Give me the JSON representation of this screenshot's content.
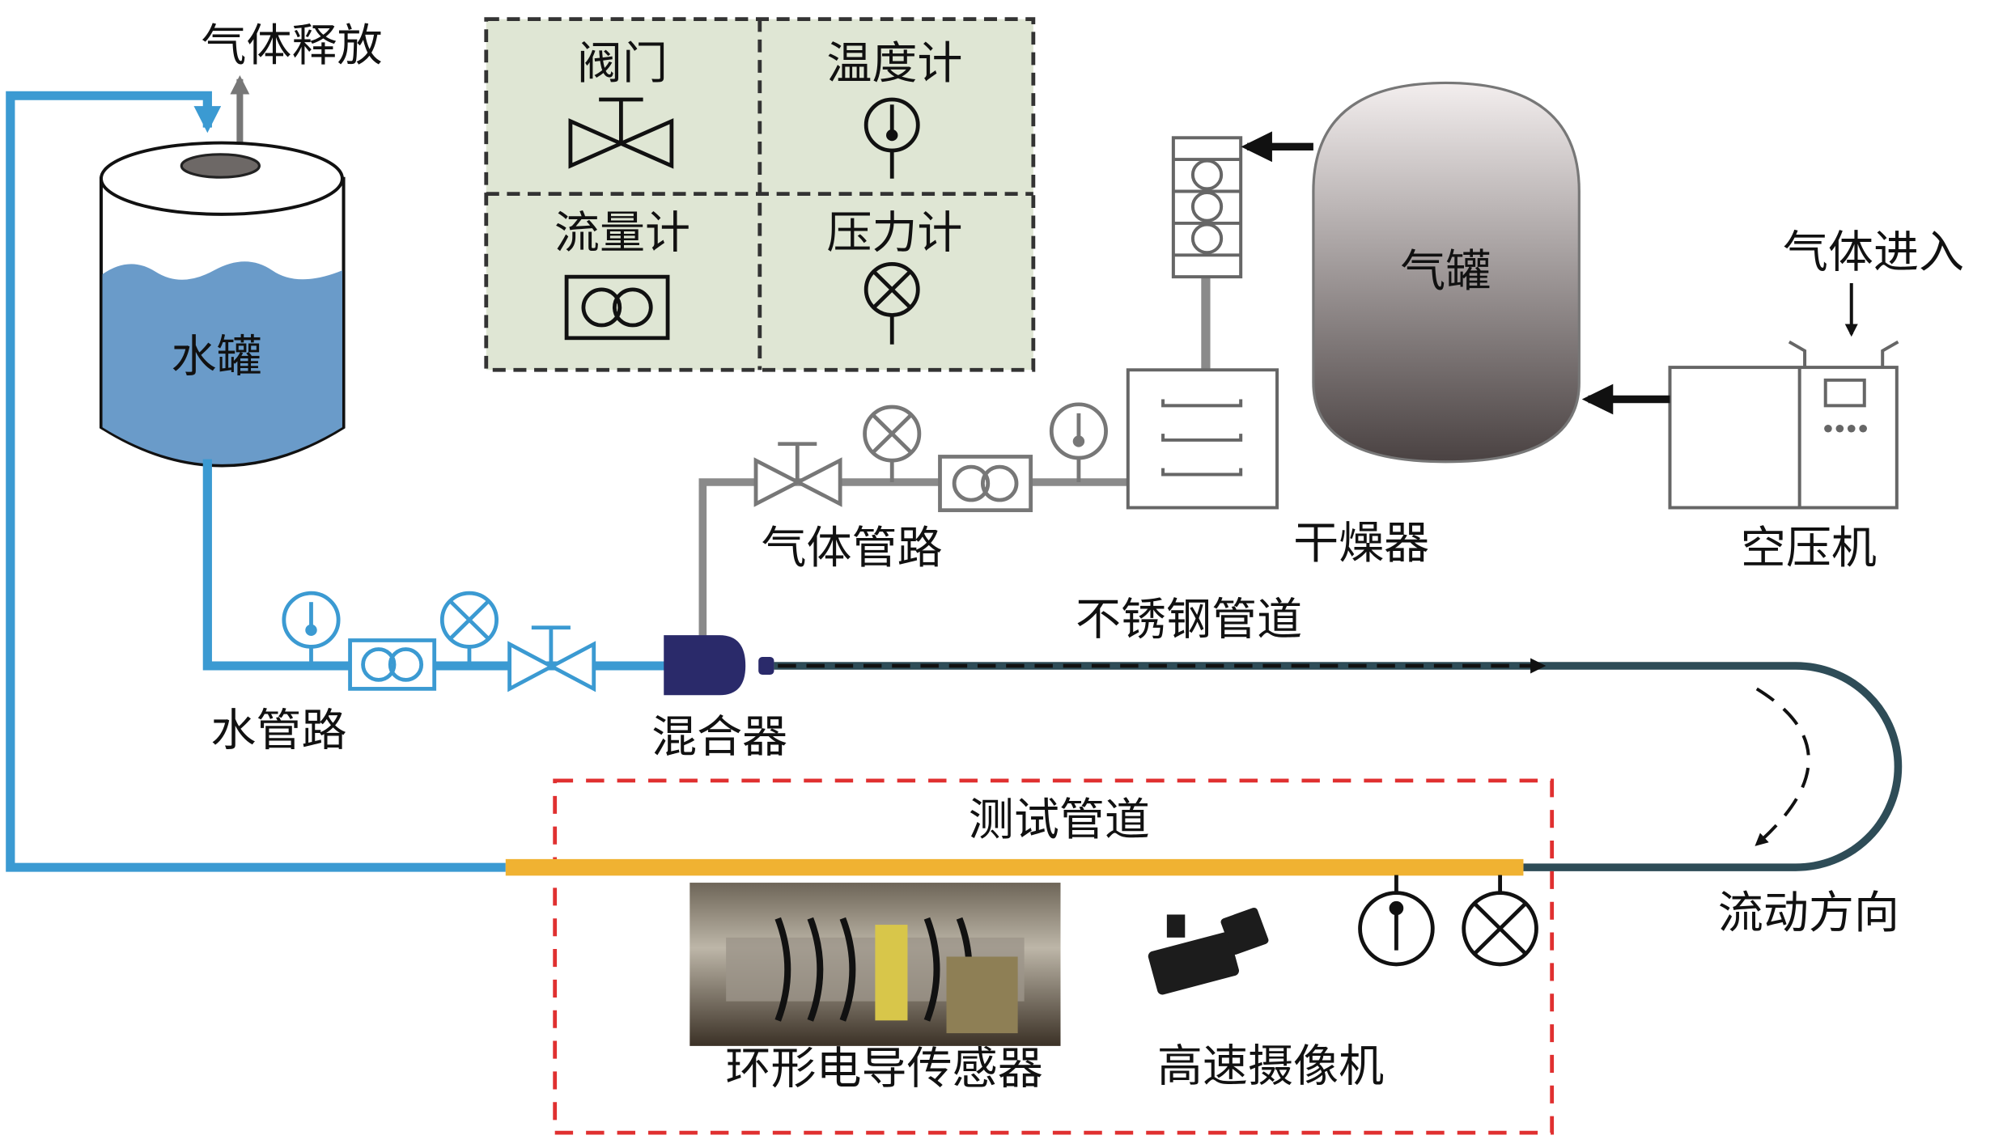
{
  "title_labels": {
    "gas_release": "气体释放",
    "water_tank": "水罐",
    "water_line": "水管路",
    "mixer": "混合器",
    "gas_line": "气体管路",
    "dryer": "干燥器",
    "compressor": "空压机",
    "gas_tank": "气罐",
    "gas_inlet": "气体进入",
    "steel_pipe": "不锈钢管道",
    "test_pipe": "测试管道",
    "flow_direction": "流动方向",
    "conductance_sensor": "环形电导传感器",
    "high_speed_camera": "高速摄像机"
  },
  "legend": {
    "valve": "阀门",
    "thermometer": "温度计",
    "flowmeter": "流量计",
    "pressure_gauge": "压力计"
  },
  "colors": {
    "water_pipe": "#3b9ad2",
    "gas_pipe": "#8a8a8a",
    "steel_pipe": "#2e4c57",
    "test_pipe": "#f0b232",
    "test_box": "#e03030",
    "legend_bg": "#dfe6d4",
    "water": "#6a9bc9",
    "mixer": "#2a2a6a"
  }
}
